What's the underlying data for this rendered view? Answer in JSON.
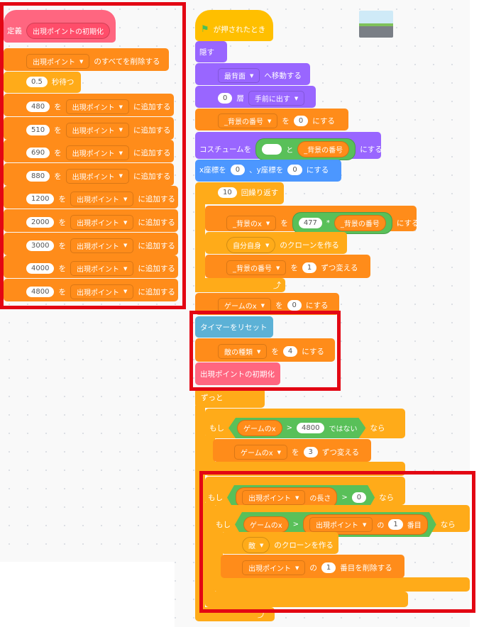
{
  "colors": {
    "control": "#ffab19",
    "data": "#ff8c1a",
    "myblocks": "#ff6680",
    "looks": "#9966ff",
    "motion": "#4c97ff",
    "sensing": "#5cb1d6",
    "operator": "#59c059",
    "events": "#ffbf00",
    "highlight": "#e30613"
  },
  "left": {
    "define": "定義",
    "proc_name": "出現ポイントの初期化",
    "list_name": "出現ポイント",
    "delete_all": "のすべてを削除する",
    "wait_value": "0.5",
    "wait_label": "秒待つ",
    "add_label": "を",
    "add_suffix": "に追加する",
    "values": [
      "480",
      "510",
      "690",
      "880",
      "1200",
      "2000",
      "3000",
      "4000",
      "4800"
    ]
  },
  "right": {
    "flag_label": "が押されたとき",
    "hide": "隠す",
    "front_back": "最背面",
    "goto_layer_suffix": "へ移動する",
    "layer_num": "0",
    "layer_unit": "層",
    "layer_dir": "手前に出す",
    "bg_num_var": "_背景の番号",
    "set_to": "を",
    "set_suffix": "にする",
    "zero": "0",
    "costume_label": "コスチュームを",
    "join_and": "と",
    "xy_x": "x座標を",
    "xy_y": "、y座標を",
    "repeat_count": "10",
    "repeat_label": "回繰り返す",
    "bg_x_var": "_背景のx",
    "mult_value": "477",
    "mult_op": "*",
    "clone_self": "自分自身",
    "clone_suffix": "のクローンを作る",
    "change_one": "1",
    "change_suffix": "ずつ変える",
    "game_x_var": "ゲームのx",
    "reset_timer": "タイマーをリセット",
    "enemy_type": "敵の種類",
    "enemy_value": "4",
    "call_proc": "出現ポイントの初期化",
    "forever": "ずっと",
    "if": "もし",
    "then": "なら",
    "gt": ">",
    "gx_limit": "4800",
    "not": "ではない",
    "change_three": "3",
    "spawn_list": "出現ポイント",
    "length_suffix": "の長さ",
    "of": "の",
    "item_idx": "1",
    "item_suffix": "番目",
    "enemy": "敵",
    "delete_suffix": "番目を削除する"
  }
}
